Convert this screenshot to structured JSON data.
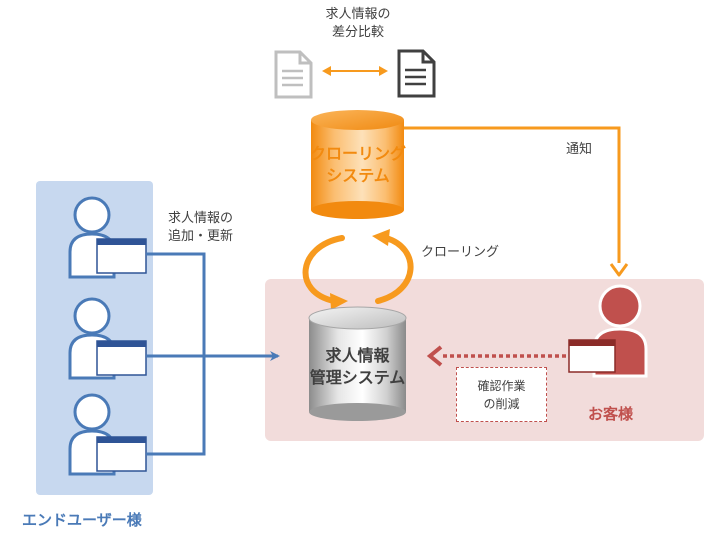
{
  "labels": {
    "diff_line1": "求人情報の",
    "diff_line2": "差分比較",
    "notify": "通知",
    "crawler_line1": "クローリング",
    "crawler_line2": "システム",
    "crawling": "クローリング",
    "add_line1": "求人情報の",
    "add_line2": "追加・更新",
    "mgmt_line1": "求人情報",
    "mgmt_line2": "管理システム",
    "check_line1": "確認作業",
    "check_line2": "の削減",
    "customer": "お客様",
    "end_users": "エンドユーザー様"
  },
  "icons": {
    "doc_old": "document-icon",
    "doc_new": "document-icon",
    "user": "person-icon",
    "window": "window-icon",
    "database": "database-icon"
  },
  "colors": {
    "orange": "#f79a1e",
    "blue": "#4a7ab7",
    "red": "#c0504d",
    "panel_blue": "#c7d8ef",
    "panel_pink": "#f2dcdb",
    "gray_text": "#595959"
  }
}
